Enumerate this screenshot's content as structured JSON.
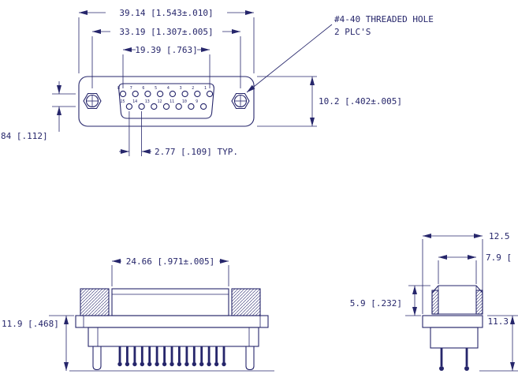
{
  "meta": {
    "background": "#ffffff",
    "ink": "#26266b"
  },
  "top_view": {
    "dim_flange_width": "39.14 [1.543±.010]",
    "dim_hole_spacing": "33.19 [1.307±.005]",
    "dim_pin_span": "19.39 [.763]",
    "dim_height": "10.2 [.402±.005]",
    "dim_row_spacing": "84 [.112]",
    "dim_pin_pitch": "2.77 [.109] TYP.",
    "callout_line1": "#4-40 THREADED HOLE",
    "callout_line2": "2 PLC'S",
    "pin_numbers_top": [
      "8",
      "7",
      "6",
      "5",
      "4",
      "3",
      "2",
      "1"
    ],
    "pin_numbers_bottom": [
      "15",
      "14",
      "13",
      "12",
      "11",
      "10",
      "9"
    ]
  },
  "front_view": {
    "dim_shell_width": "24.66 [.971±.005]",
    "dim_height": "11.9 [.468]"
  },
  "side_view": {
    "dim_flange_width": "12.5",
    "dim_shell_width": "7.9 [",
    "dim_shell_height": "5.9 [.232]",
    "dim_body_height": "11.3"
  }
}
